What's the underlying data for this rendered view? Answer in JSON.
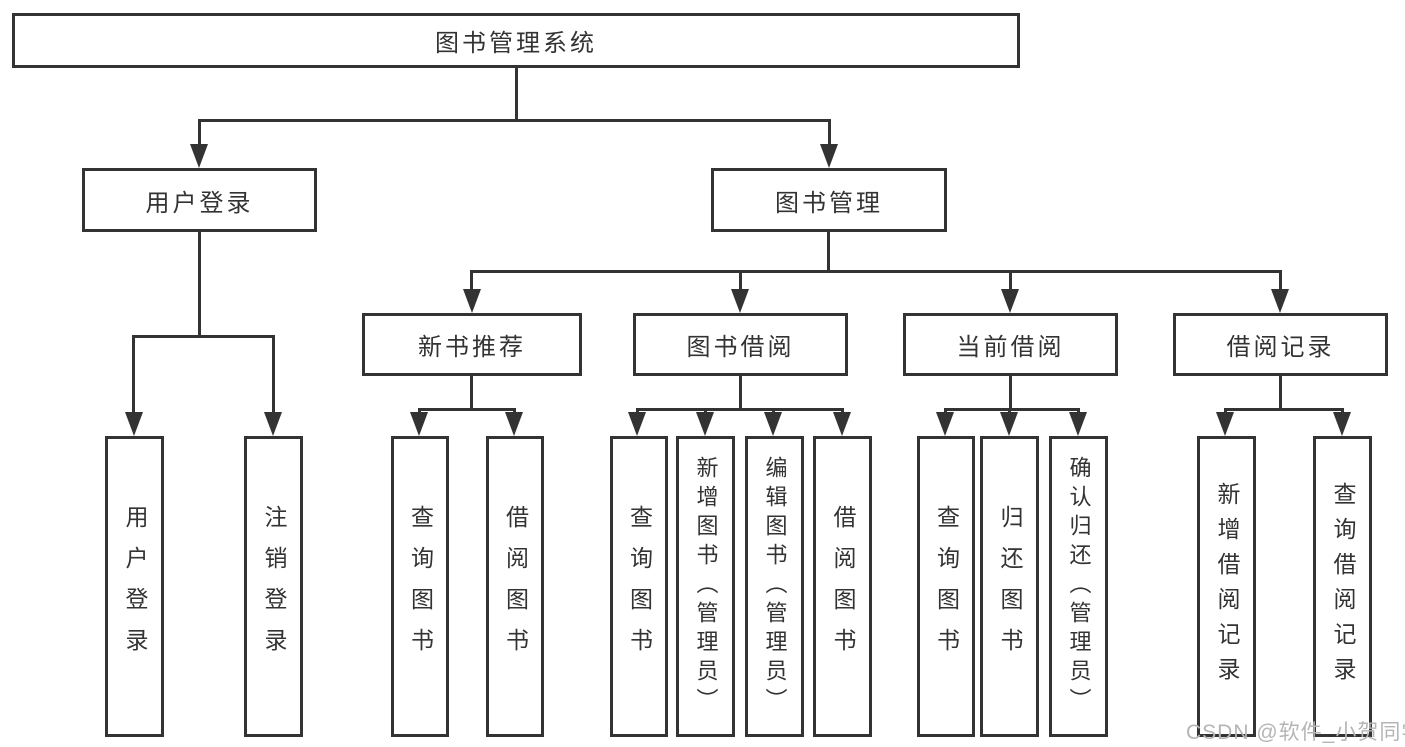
{
  "title": "图书管理系统",
  "level2": {
    "userLogin": "用户登录",
    "bookManagement": "图书管理"
  },
  "level3": {
    "newBookRecommend": "新书推荐",
    "bookBorrow": "图书借阅",
    "currentBorrow": "当前借阅",
    "borrowRecords": "借阅记录"
  },
  "leafGroups": {
    "userLogin": [
      "用户登录",
      "注销登录"
    ],
    "newBookRecommend": [
      "查询图书",
      "借阅图书"
    ],
    "bookBorrow": [
      "查询图书",
      "新增图书（管理员）",
      "编辑图书（管理员）",
      "借阅图书"
    ],
    "currentBorrow": [
      "查询图书",
      "归还图书",
      "确认归还（管理员）"
    ],
    "borrowRecords": [
      "新增借阅记录",
      "查询借阅记录"
    ]
  },
  "watermark": "CSDN @软件_小贺同学",
  "colors": {
    "line": "#333333",
    "text": "#333333",
    "watermark": "#b5b5b5",
    "background": "#ffffff"
  }
}
